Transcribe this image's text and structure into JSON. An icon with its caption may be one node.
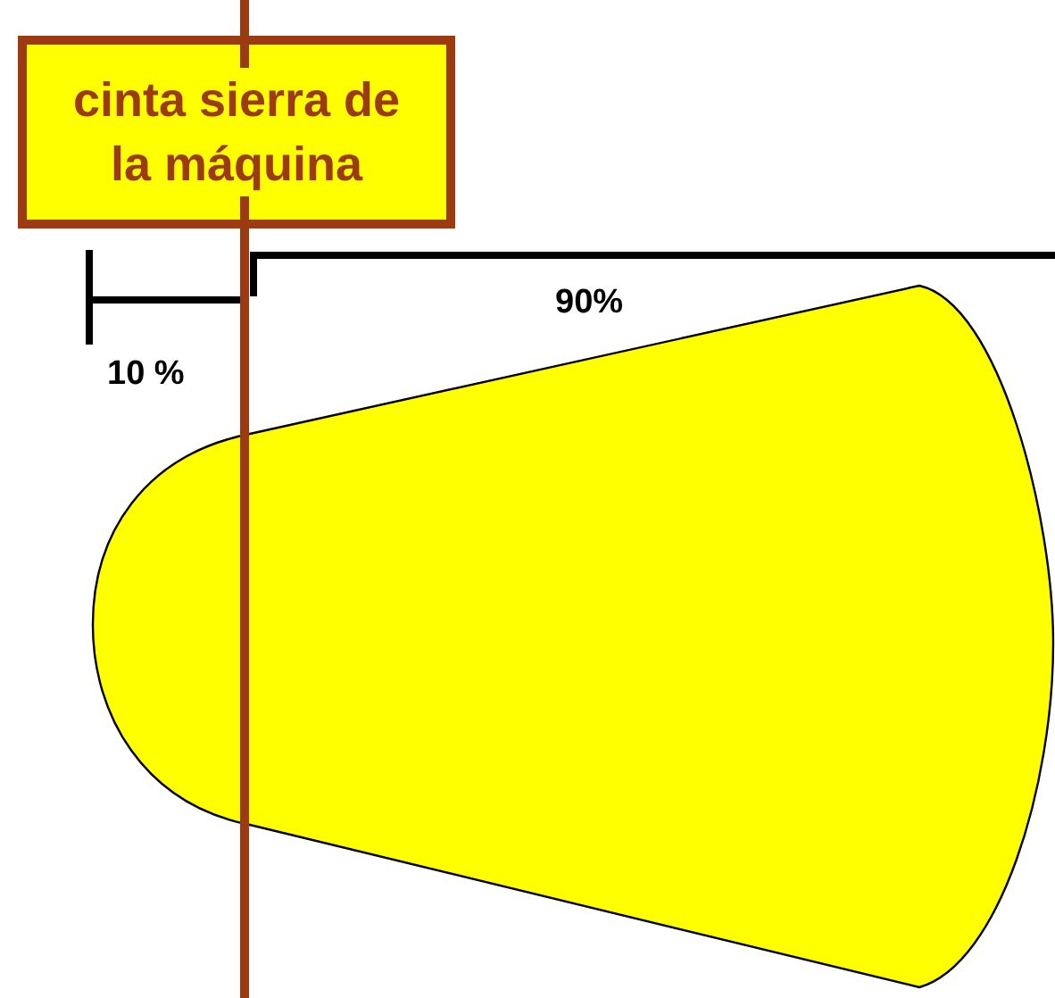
{
  "diagram": {
    "nodes": [
      {
        "text": [
          "cinta sierra de la máquina"
        ]
      }
    ],
    "labels": [
      "10 %",
      "90%"
    ]
  }
}
